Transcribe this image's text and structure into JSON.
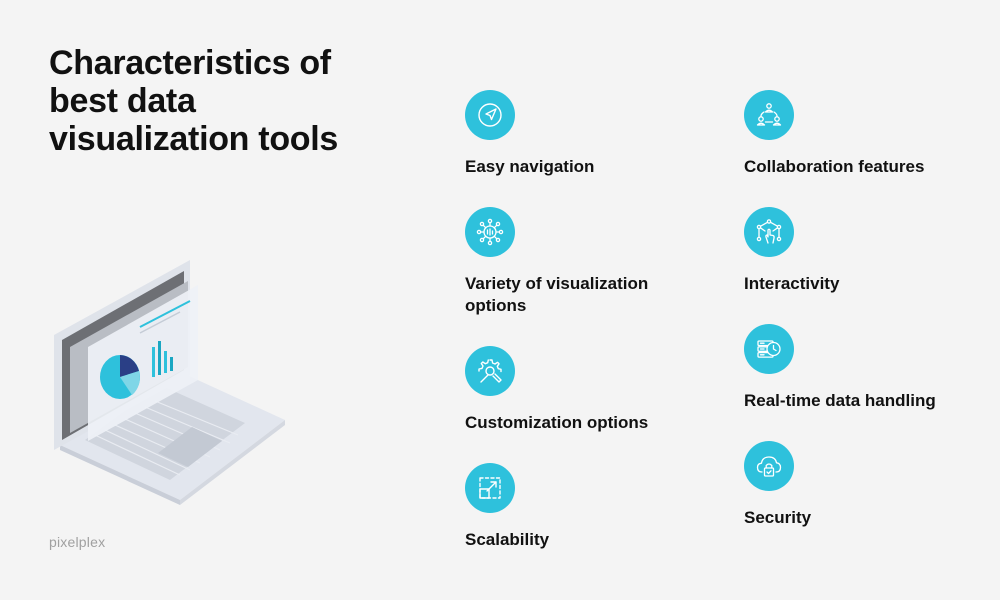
{
  "title": "Characteristics of best data visualization tools",
  "brand": "pixelplex",
  "colors": {
    "background": "#f4f4f4",
    "accent": "#2ec1dc",
    "text": "#111111",
    "brand": "#a0a0a0"
  },
  "features": [
    {
      "label": "Easy navigation",
      "icon": "navigation-arrow-icon"
    },
    {
      "label": "Variety of visualization options",
      "icon": "network-hub-icon"
    },
    {
      "label": "Customization options",
      "icon": "gear-wrench-icon"
    },
    {
      "label": "Scalability",
      "icon": "expand-arrow-icon"
    },
    {
      "label": "Collaboration features",
      "icon": "people-network-icon"
    },
    {
      "label": "Interactivity",
      "icon": "touch-network-icon"
    },
    {
      "label": "Real-time data handling",
      "icon": "server-clock-icon"
    },
    {
      "label": "Security",
      "icon": "cloud-lock-icon"
    }
  ]
}
